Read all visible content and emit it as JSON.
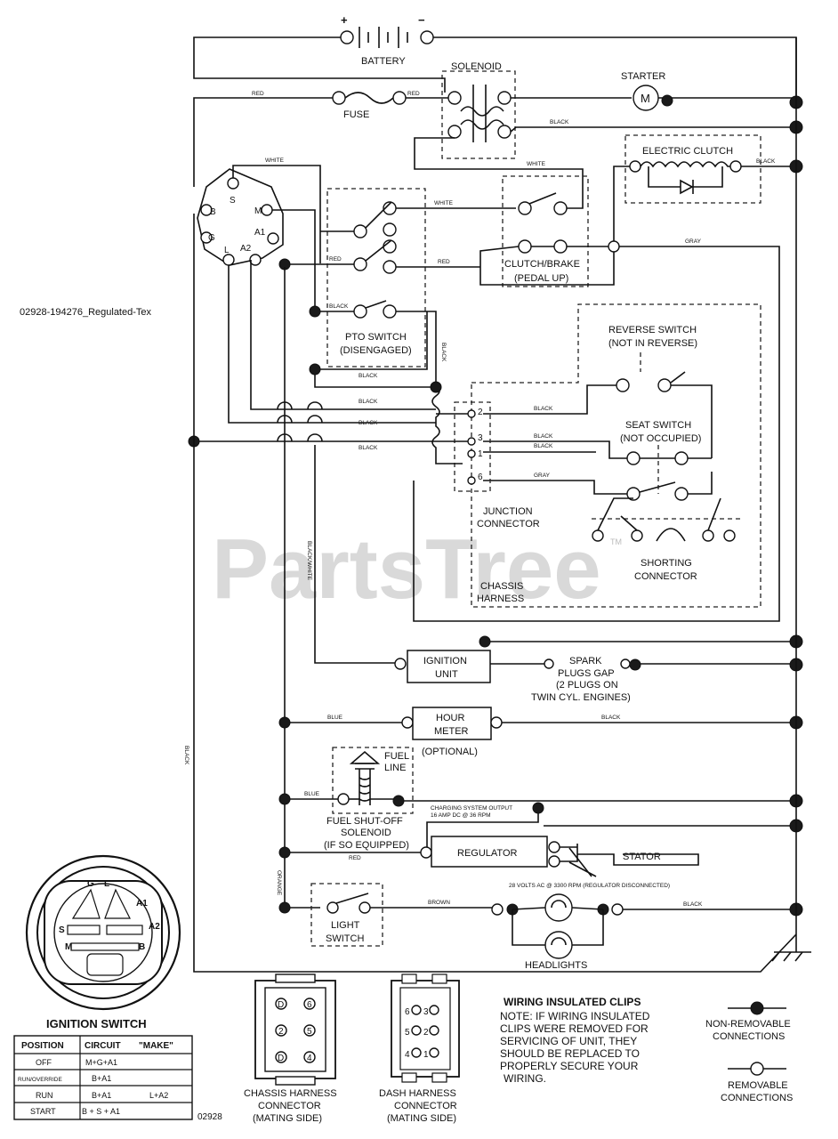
{
  "components": {
    "battery": "BATTERY",
    "battery_plus": "+",
    "battery_minus": "−",
    "solenoid": "SOLENOID",
    "starter": "STARTER",
    "starter_m": "M",
    "fuse": "FUSE",
    "electric_clutch": "ELECTRIC CLUTCH",
    "clutch_brake_1": "CLUTCH/BRAKE",
    "clutch_brake_2": "(PEDAL UP)",
    "pto_switch_1": "PTO SWITCH",
    "pto_switch_2": "(DISENGAGED)",
    "reverse_switch_1": "REVERSE SWITCH",
    "reverse_switch_2": "(NOT IN REVERSE)",
    "seat_switch_1": "SEAT SWITCH",
    "seat_switch_2": "(NOT OCCUPIED)",
    "junction_1": "JUNCTION",
    "junction_2": "CONNECTOR",
    "shorting_1": "SHORTING",
    "shorting_2": "CONNECTOR",
    "chassis_1": "CHASSIS",
    "chassis_2": "HARNESS",
    "ignition_unit_1": "IGNITION",
    "ignition_unit_2": "UNIT",
    "spark_1": "SPARK",
    "spark_2": "PLUGS GAP",
    "spark_3": "(2 PLUGS ON",
    "spark_4": "TWIN CYL. ENGINES)",
    "hour_meter_1": "HOUR",
    "hour_meter_2": "METER",
    "hour_meter_3": "(OPTIONAL)",
    "fuel_line_1": "FUEL",
    "fuel_line_2": "LINE",
    "fuel_sol_1": "FUEL SHUT-OFF",
    "fuel_sol_2": "SOLENOID",
    "fuel_sol_3": "(IF SO EQUIPPED)",
    "charging_1": "CHARGING SYSTEM OUTPUT",
    "charging_2": "16 AMP DC @ 36 RPM",
    "regulator": "REGULATOR",
    "stator": "STATOR",
    "stator_volts": "28 VOLTS AC @ 3300 RPM (REGULATOR DISCONNECTED)",
    "light_switch_1": "LIGHT",
    "light_switch_2": "SWITCH",
    "headlights": "HEADLIGHTS",
    "doc_id": "02928-194276_Regulated-Tex",
    "watermark": "PartsTree",
    "tm": "TM"
  },
  "ignition_pins": [
    "S",
    "M",
    "B",
    "A1",
    "G",
    "L",
    "A2"
  ],
  "wires": {
    "red": "RED",
    "white": "WHITE",
    "black": "BLACK",
    "gray": "GRAY",
    "blue": "BLUE",
    "orange": "ORANGE",
    "brown": "BROWN",
    "black_white": "BLACK/WHITE"
  },
  "junction_pins": [
    "2",
    "3",
    "1",
    "6"
  ],
  "ignition_switch": {
    "title": "IGNITION SWITCH",
    "pins": [
      "G",
      "L",
      "A1",
      "A2",
      "S",
      "M",
      "B"
    ],
    "headers": [
      "POSITION",
      "CIRCUIT",
      "\"MAKE\""
    ],
    "rows": [
      {
        "position": "OFF",
        "circuit": "M+G+A1",
        "extra": ""
      },
      {
        "position": "RUN/OVERRIDE",
        "circuit": "B+A1",
        "extra": ""
      },
      {
        "position": "RUN",
        "circuit": "B+A1",
        "extra": "L+A2"
      },
      {
        "position": "START",
        "circuit": "B + S + A1",
        "extra": ""
      }
    ],
    "code": "02928"
  },
  "connectors": {
    "chassis_1": "CHASSIS HARNESS",
    "chassis_2": "CONNECTOR",
    "chassis_3": "(MATING SIDE)",
    "chassis_pins": [
      "D",
      "6",
      "2",
      "5",
      "D",
      "4"
    ],
    "dash_1": "DASH HARNESS",
    "dash_2": "CONNECTOR",
    "dash_3": "(MATING SIDE)",
    "dash_pins": [
      "6",
      "3",
      "5",
      "2",
      "4",
      "1"
    ]
  },
  "notes": {
    "title": "WIRING INSULATED CLIPS",
    "line1": "NOTE: IF WIRING INSULATED",
    "line2": "CLIPS WERE REMOVED FOR",
    "line3": "SERVICING OF UNIT, THEY",
    "line4": "SHOULD BE REPLACED TO",
    "line5": "PROPERLY SECURE YOUR",
    "line6": "WIRING."
  },
  "legend": {
    "nonremovable_1": "NON-REMOVABLE",
    "nonremovable_2": "CONNECTIONS",
    "removable_1": "REMOVABLE",
    "removable_2": "CONNECTIONS"
  }
}
